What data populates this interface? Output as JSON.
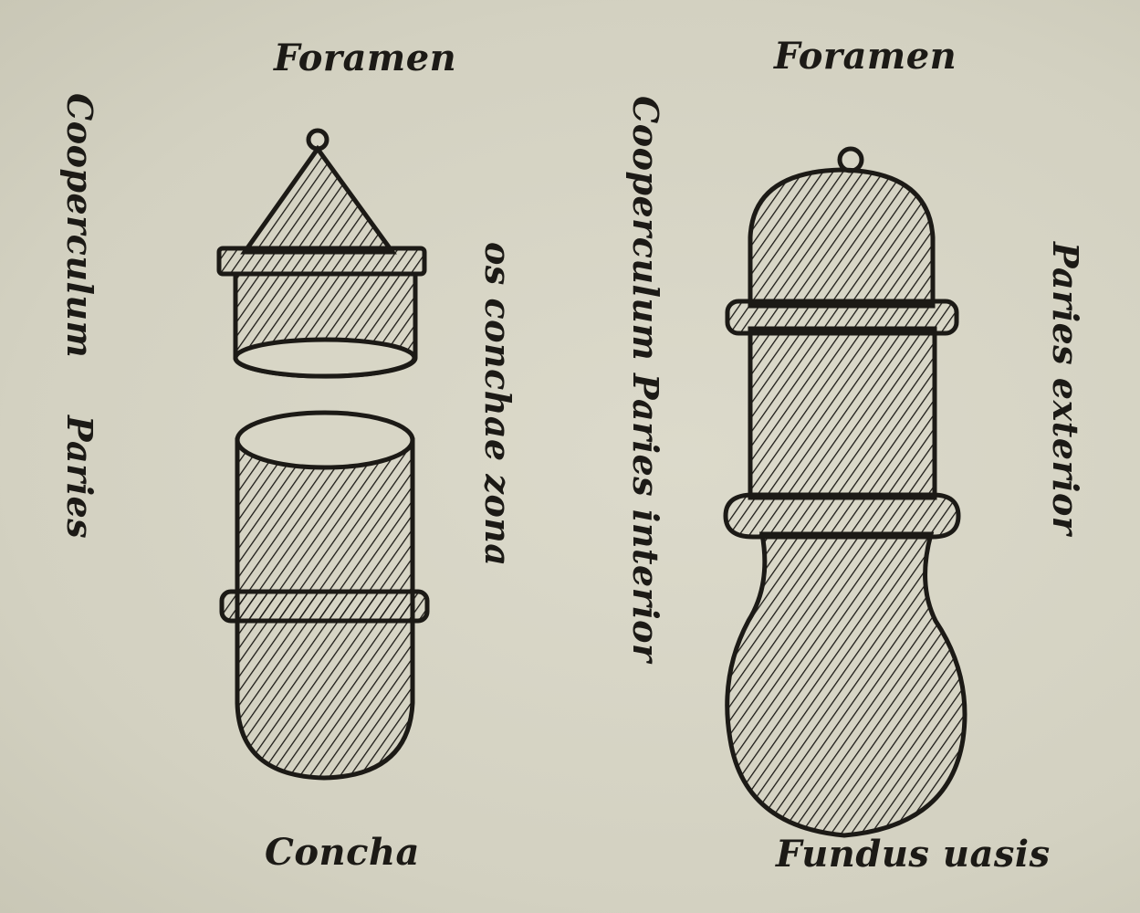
{
  "labels": {
    "foramen_left": "Foramen",
    "foramen_right": "Foramen",
    "cooperculum_left": "Cooperculum",
    "paries_left": "Paries",
    "os_conchae_zona": "os conchae zona",
    "cooperculum_paries_interior": "Cooperculum Paries interior",
    "paries_exterior": "Paries exterior",
    "concha": "Concha",
    "fundus_uasis": "Fundus uasis"
  },
  "colors": {
    "paper": "#d8d6c6",
    "ink": "#1c1a16"
  }
}
